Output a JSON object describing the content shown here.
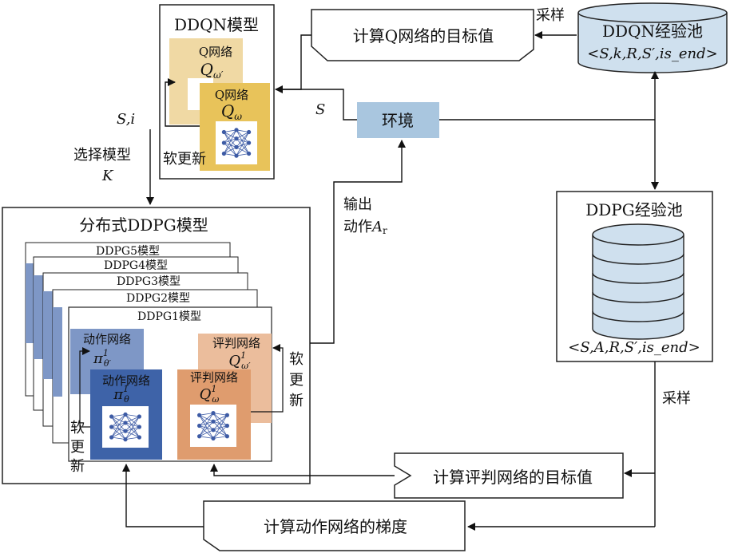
{
  "ddqn_model": {
    "title": "DDQN模型",
    "target_net": {
      "label": "Q网络",
      "symbol": "Q",
      "sub": "ω′"
    },
    "online_net": {
      "label": "Q网络",
      "symbol": "Q",
      "sub": "ω"
    },
    "soft_update": "软更新"
  },
  "ddqn_pool": {
    "title": "DDQN经验池",
    "tuple": "<S,k,R,S′,is_end>"
  },
  "ddqn_sample": "采样",
  "q_target": "计算Q网络的目标值",
  "env": "环境",
  "state_label": "S",
  "state_i_label": "S,i",
  "select_model": "选择模型",
  "model_k": "K",
  "output_action": {
    "line1": "输出",
    "line2": "动作",
    "symbol": "A",
    "sub": "r"
  },
  "ddpg_pool": {
    "title": "DDPG经验池",
    "tuple": "<S,A,R,S′,is_end>"
  },
  "ddpg_sample": "采样",
  "distributed": {
    "title": "分布式DDPG模型",
    "models": [
      "DDPG5模型",
      "DDPG4模型",
      "DDPG3模型",
      "DDPG2模型",
      "DDPG1模型"
    ],
    "actor_target": {
      "label": "动作网络",
      "symbol": "π",
      "sup": "1",
      "sub": "θ′"
    },
    "actor": {
      "label": "动作网络",
      "symbol": "π",
      "sup": "1",
      "sub": "θ"
    },
    "critic_target": {
      "label": "评判网络",
      "symbol": "Q",
      "sup": "1",
      "sub": "ω′"
    },
    "critic": {
      "label": "评判网络",
      "symbol": "Q",
      "sup": "1",
      "sub": "ω"
    },
    "soft_update_left": [
      "软",
      "更",
      "新"
    ],
    "soft_update_right": [
      "软",
      "更",
      "新"
    ]
  },
  "critic_target_calc": "计算评判网络的目标值",
  "actor_grad_calc": "计算动作网络的梯度",
  "colors": {
    "ddqn_target": "#F0D9A4",
    "ddqn_online": "#E8C35A",
    "env": "#A9C6DF",
    "pool": "#CFE0EE",
    "actor_light": "#7E97C6",
    "actor_dark": "#3E63A8",
    "critic_light": "#EBBD9C",
    "critic_dark": "#DF9C6E",
    "nn_node": "#3D5BA5"
  }
}
